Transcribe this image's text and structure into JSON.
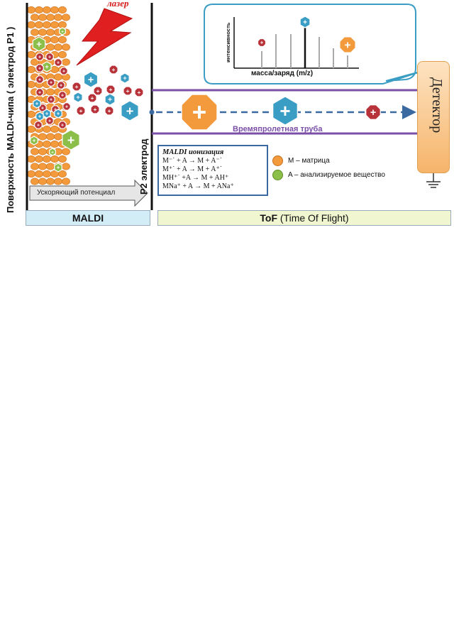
{
  "left_vertical_label": "Поверхность MALDI-чипа ( электрод P1 )",
  "p2_label": "P2 электрод",
  "laser_label": "лазер",
  "accel_label": "Ускоряющий потенциал",
  "maldi_bar": "MALDI",
  "tof_bar_bold": "ToF",
  "tof_bar_rest": " (Time Of Flight)",
  "tube_label": "Времяпролетная труба",
  "detector_label": "Детектор",
  "spectrum": {
    "x_label": "масса/заряд (m/z)",
    "y_label": "интенсивность"
  },
  "ionization": {
    "title": "MALDI ионизация",
    "lines": [
      "M⁻˙ + A → M + A⁻˙",
      "M⁺˙ + A → M + A⁺˙",
      "MH⁺˙ +A → M + AH⁺",
      "MNa⁺ + A → M + ANa⁺"
    ]
  },
  "legend": [
    {
      "label": "M – матрица",
      "color": "#f39a3c"
    },
    {
      "label": "A – анализируемое вещество",
      "color": "#8cbf4a"
    }
  ],
  "colors": {
    "matrix": "#f39a3c",
    "analyte": "#8cbf4a",
    "ion_red": "#b8323a",
    "ion_blue": "#3a9dc4",
    "tube": "#7b4fa8",
    "flight_arrow": "#3a6aa0",
    "laser": "#e02020"
  }
}
